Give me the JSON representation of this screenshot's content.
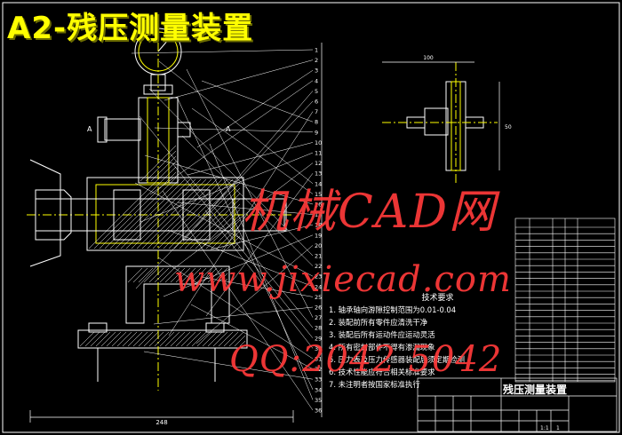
{
  "title": "A2-残压测量装置",
  "watermark": {
    "line1": "机械CAD网",
    "line2": "www.jixiecad.com",
    "line3": "QQ:2042 5042"
  },
  "tech_notes": {
    "heading": "技术要求",
    "items": [
      "1. 轴承轴向游隙控制范围为0.01-0.04",
      "2. 装配前所有零件应清洗干净",
      "3. 装配后所有运动件应运动灵活",
      "4. 所有密封部件不得有渗漏现象",
      "5. 压力表及压力传感器装配后须定期检测",
      "6. 技术性能应符合相关标准要求",
      "7. 未注明者按国家标准执行"
    ]
  },
  "title_block": {
    "drawing_name": "残压测量装置",
    "scale": "1:1",
    "sheet": "1"
  },
  "dimensions": {
    "main_width": "248",
    "side_width": "100",
    "side_height": "50"
  },
  "section_marks": {
    "left": "A",
    "right": "A"
  },
  "part_labels": [
    "1",
    "2",
    "3",
    "4",
    "5",
    "6",
    "7",
    "8",
    "9",
    "10",
    "11",
    "12",
    "13",
    "14",
    "15",
    "16",
    "17",
    "18",
    "19",
    "20",
    "21",
    "22",
    "23",
    "24",
    "25",
    "26",
    "27",
    "28",
    "29",
    "30",
    "31",
    "32",
    "33",
    "34",
    "35",
    "36"
  ],
  "colors": {
    "background": "#000000",
    "line_primary": "#ffffff",
    "line_secondary": "#ffff00",
    "title": "#ffff00",
    "watermark": "#ff3a3a",
    "hatch": "#ffffff"
  }
}
